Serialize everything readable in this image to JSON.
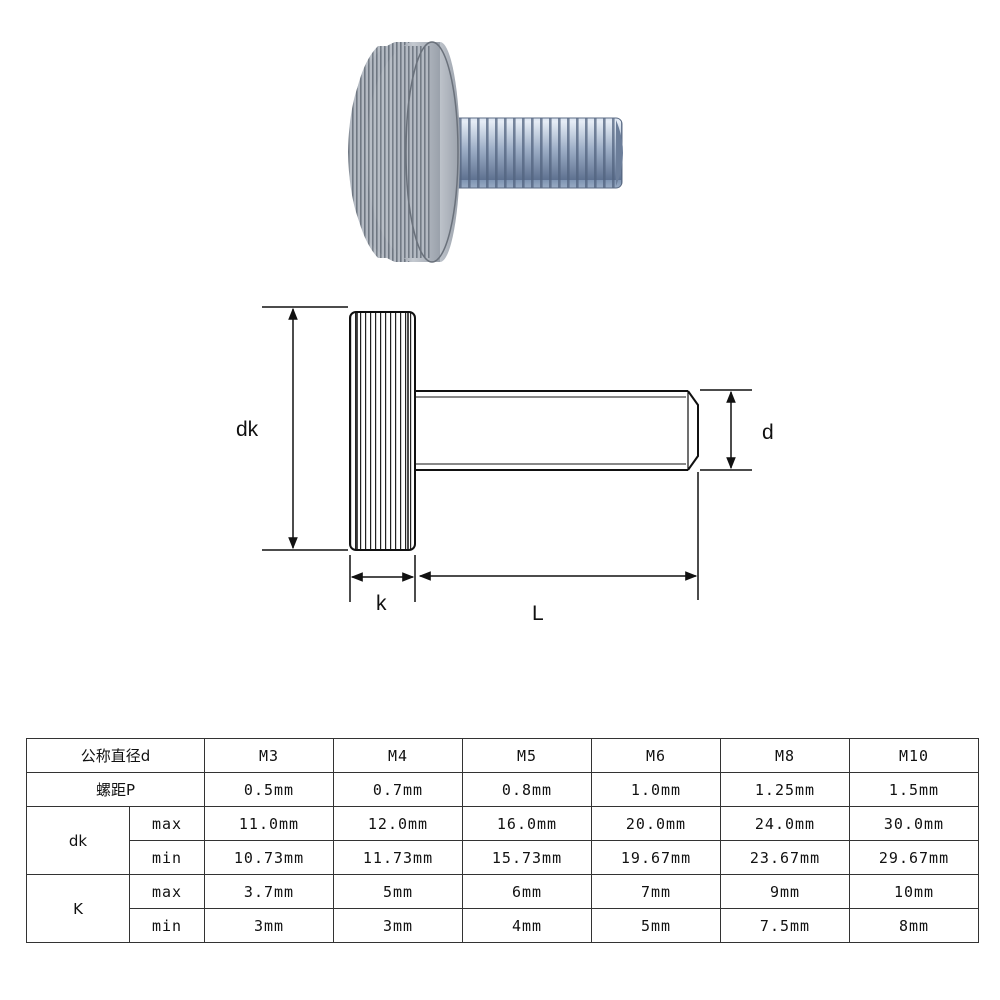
{
  "diagram": {
    "labels": {
      "dk": "dk",
      "d": "d",
      "k": "k",
      "L": "L"
    }
  },
  "table": {
    "header_label": "公称直径d",
    "sizes": [
      "M3",
      "M4",
      "M5",
      "M6",
      "M8",
      "M10"
    ],
    "pitch_label": "螺距P",
    "pitch": [
      "0.5mm",
      "0.7mm",
      "0.8mm",
      "1.0mm",
      "1.25mm",
      "1.5mm"
    ],
    "dk_label": "dk",
    "dk_max": [
      "11.0mm",
      "12.0mm",
      "16.0mm",
      "20.0mm",
      "24.0mm",
      "30.0mm"
    ],
    "dk_min": [
      "10.73mm",
      "11.73mm",
      "15.73mm",
      "19.67mm",
      "23.67mm",
      "29.67mm"
    ],
    "k_label": "K",
    "k_max": [
      "3.7mm",
      "5mm",
      "6mm",
      "7mm",
      "9mm",
      "10mm"
    ],
    "k_min": [
      "3mm",
      "3mm",
      "4mm",
      "5mm",
      "7.5mm",
      "8mm"
    ],
    "max_label": "max",
    "min_label": "min"
  }
}
